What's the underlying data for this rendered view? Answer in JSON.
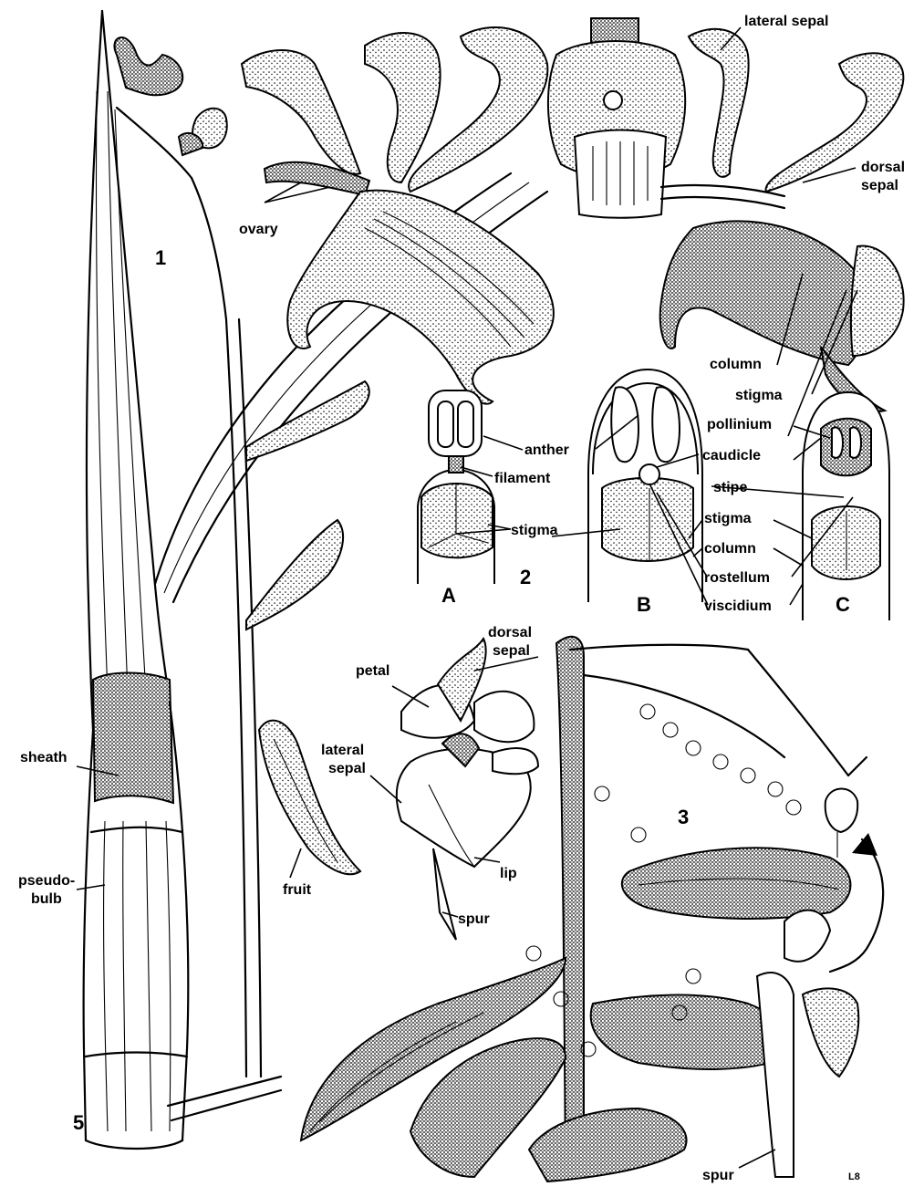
{
  "labels": {
    "fig1": "1",
    "fig2": "2",
    "fig3": "3",
    "fig5": "5",
    "lateral_sepal": "lateral sepal",
    "dorsal": "dorsal",
    "sepal": "sepal",
    "ovary": "ovary",
    "column": "column",
    "stigma": "stigma",
    "pollinium": "pollinium",
    "anther": "anther",
    "filament": "filament",
    "caudicle": "caudicle",
    "stipe": "stipe",
    "rostellum": "rostellum",
    "viscidium": "viscidium",
    "panel_a": "A",
    "panel_b": "B",
    "panel_c": "C",
    "petal": "petal",
    "lateral": "lateral",
    "lip": "lip",
    "spur": "spur",
    "sheath": "sheath",
    "pseudo": "pseudo-",
    "bulb": "bulb",
    "fruit": "fruit",
    "signature": "L8"
  }
}
